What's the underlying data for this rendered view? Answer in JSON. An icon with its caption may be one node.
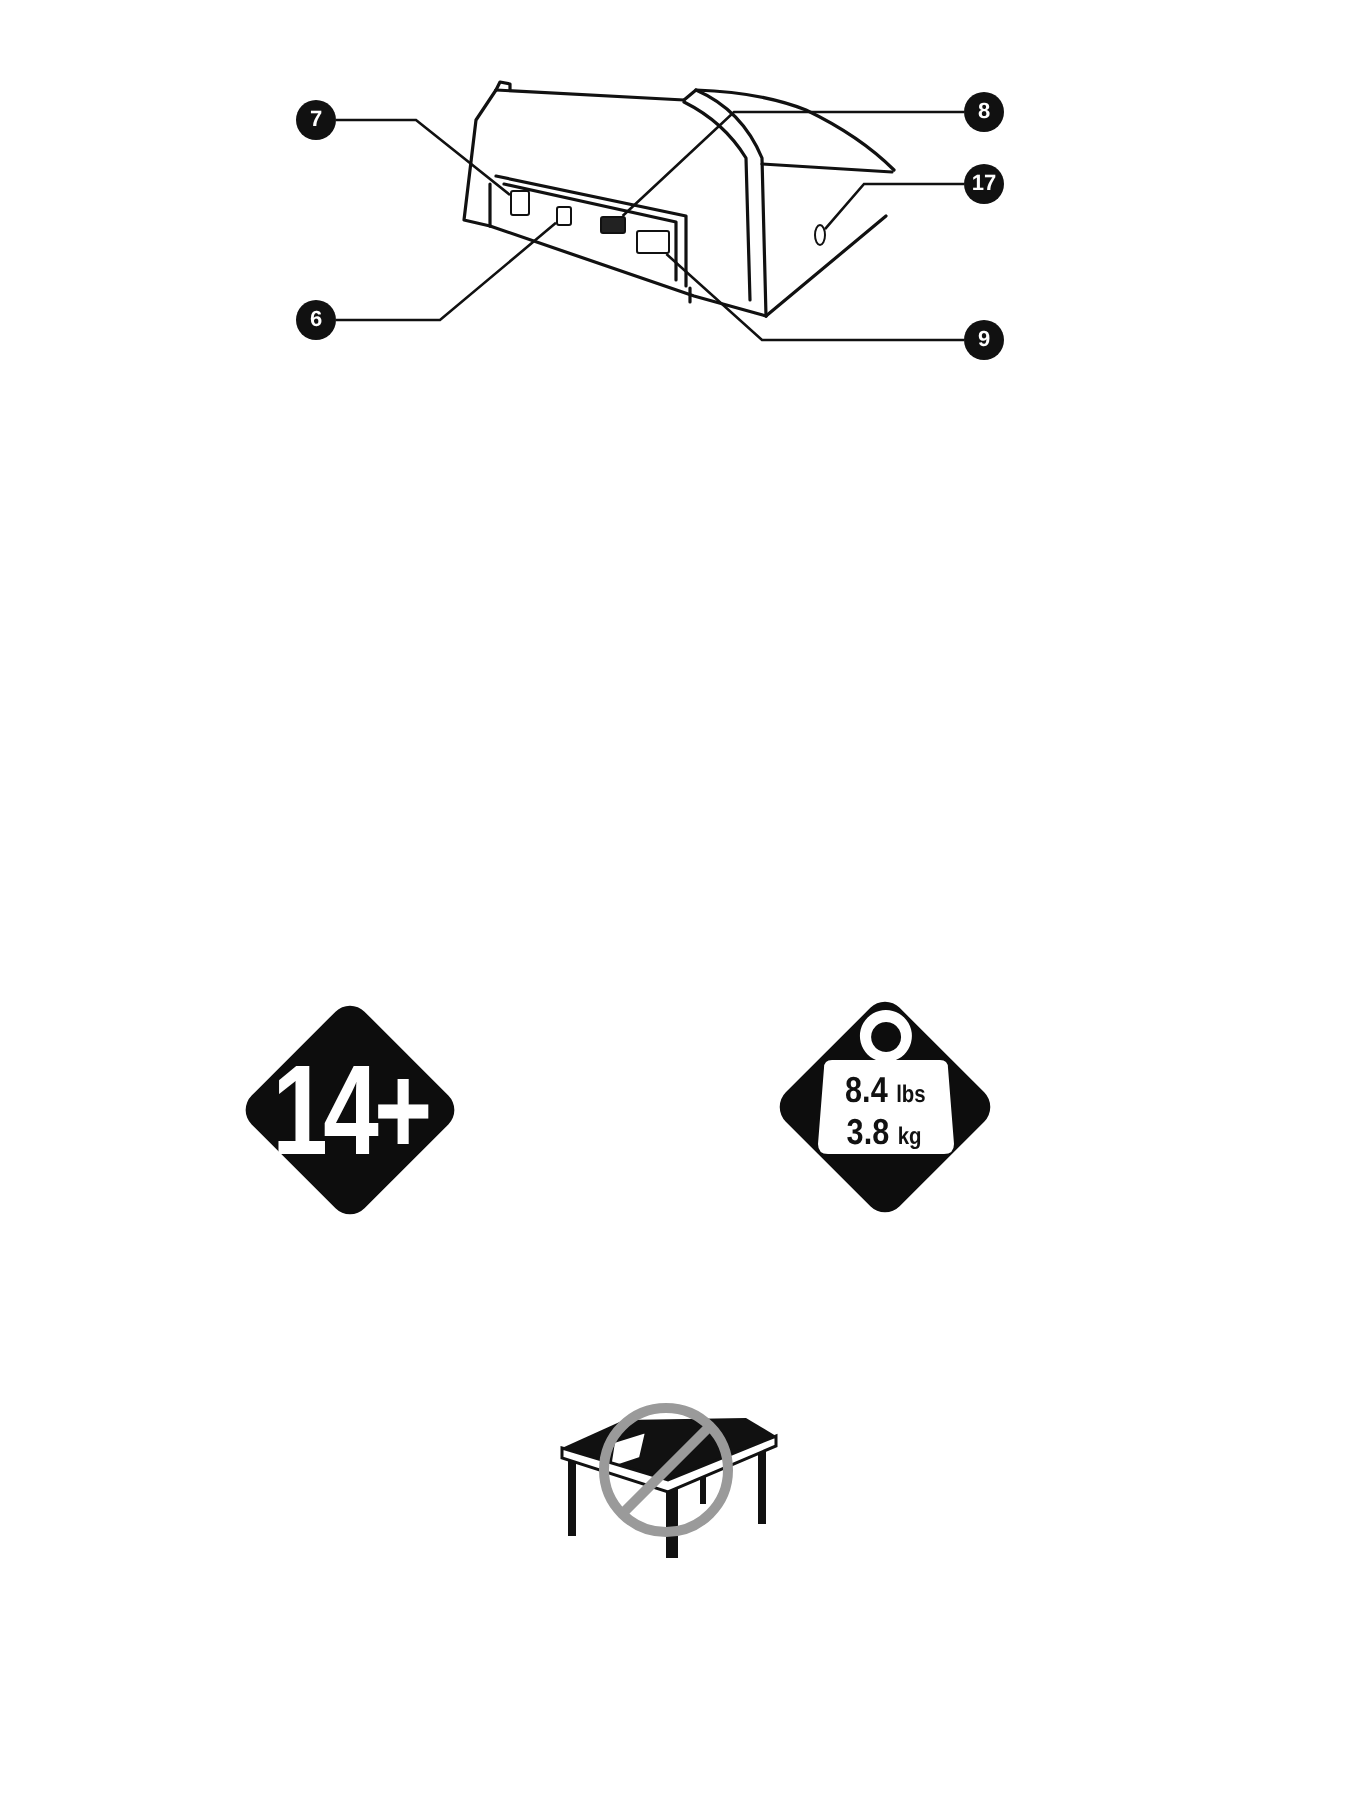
{
  "diagram": {
    "nodes": [
      {
        "text": [
          "7"
        ]
      },
      {
        "text": [
          "8"
        ]
      },
      {
        "text": [
          "17"
        ]
      },
      {
        "text": [
          "6"
        ]
      },
      {
        "text": [
          "9"
        ]
      },
      {
        "text": [],
        "shape": "box"
      },
      {
        "text": [],
        "shape": "box"
      },
      {
        "text": [],
        "shape": "box"
      },
      {
        "text": [],
        "shape": "box"
      },
      {
        "text": [],
        "shape": "circle"
      },
      {
        "text": [
          "14+"
        ]
      },
      {
        "text": [
          "8.4 lbs",
          "3.8 kg"
        ]
      }
    ],
    "edges": [
      {
        "from": 0,
        "to": 5,
        "arrow": "none"
      },
      {
        "from": 1,
        "to": 7,
        "arrow": "none"
      },
      {
        "from": 2,
        "to": 9,
        "arrow": "none"
      },
      {
        "from": 3,
        "to": 6,
        "arrow": "none"
      },
      {
        "from": 4,
        "to": 8,
        "arrow": "none"
      }
    ]
  }
}
